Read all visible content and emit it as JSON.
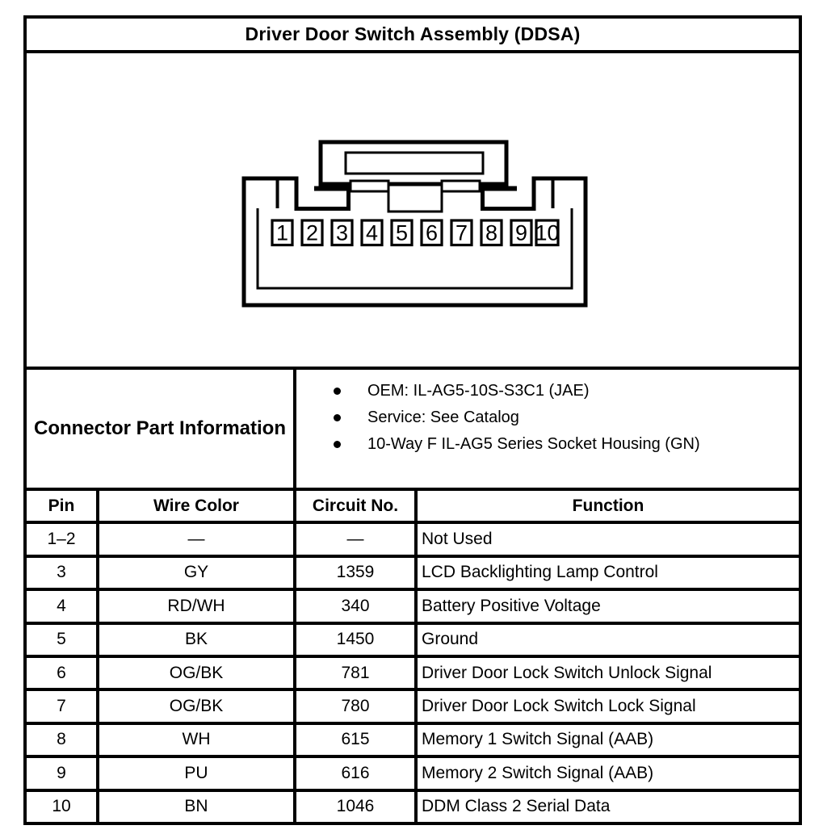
{
  "title": "Driver Door Switch Assembly (DDSA)",
  "connector": {
    "name": "10-way connector drawing",
    "pins": [
      "1",
      "2",
      "3",
      "4",
      "5",
      "6",
      "7",
      "8",
      "9",
      "10"
    ]
  },
  "part_info": {
    "label": "Connector Part Information",
    "bullets": [
      "OEM: IL-AG5-10S-S3C1 (JAE)",
      "Service: See Catalog",
      "10-Way F IL-AG5 Series Socket Housing (GN)"
    ]
  },
  "pin_table": {
    "headers": [
      "Pin",
      "Wire Color",
      "Circuit No.",
      "Function"
    ],
    "rows": [
      [
        "1–2",
        "—",
        "—",
        "Not Used"
      ],
      [
        "3",
        "GY",
        "1359",
        "LCD Backlighting Lamp Control"
      ],
      [
        "4",
        "RD/WH",
        "340",
        "Battery Positive Voltage"
      ],
      [
        "5",
        "BK",
        "1450",
        "Ground"
      ],
      [
        "6",
        "OG/BK",
        "781",
        "Driver Door Lock Switch Unlock Signal"
      ],
      [
        "7",
        "OG/BK",
        "780",
        "Driver Door Lock Switch Lock Signal"
      ],
      [
        "8",
        "WH",
        "615",
        "Memory 1 Switch Signal (AAB)"
      ],
      [
        "9",
        "PU",
        "616",
        "Memory 2 Switch Signal (AAB)"
      ],
      [
        "10",
        "BN",
        "1046",
        "DDM Class 2 Serial Data"
      ]
    ]
  },
  "colors": {
    "line": "#000000",
    "background": "#ffffff"
  }
}
